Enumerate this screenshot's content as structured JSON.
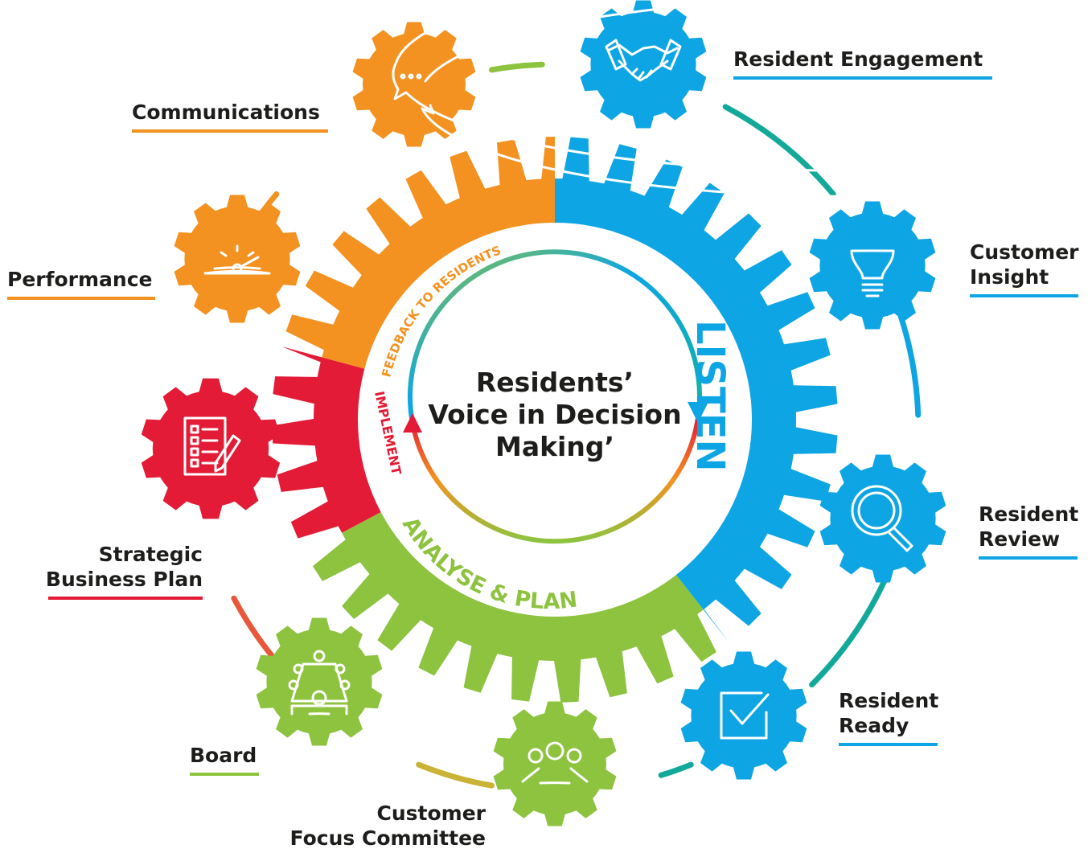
{
  "center": {
    "line1": "Residents’",
    "line2": "Voice in Decision",
    "line3": "Making’"
  },
  "segments": {
    "listen": "LISTEN",
    "analyse": "ANALYSE & PLAN",
    "implement": "IMPLEMENT",
    "feedback": "FEEDBACK TO RESIDENTS"
  },
  "colors": {
    "blue": "#0ea5e4",
    "orange": "#f39220",
    "red": "#e31b36",
    "green": "#8dc33f",
    "dark_text": "#1d1d1b"
  },
  "nodes": [
    {
      "id": "resident-engagement",
      "line1": "Resident Engagement",
      "line2": "",
      "icon": "handshake-icon",
      "color": "blue"
    },
    {
      "id": "customer-insight",
      "line1": "Customer",
      "line2": "Insight",
      "icon": "lightbulb-icon",
      "color": "blue"
    },
    {
      "id": "resident-review",
      "line1": "Resident",
      "line2": "Review",
      "icon": "magnifier-icon",
      "color": "blue"
    },
    {
      "id": "resident-ready",
      "line1": "Resident",
      "line2": "Ready",
      "icon": "checkbox-icon",
      "color": "blue"
    },
    {
      "id": "customer-focus-committee",
      "line1": "Customer",
      "line2": "Focus Committee",
      "icon": "people-group-icon",
      "color": "green"
    },
    {
      "id": "board",
      "line1": "Board",
      "line2": "",
      "icon": "meeting-table-icon",
      "color": "green"
    },
    {
      "id": "strategic-business-plan",
      "line1": "Strategic",
      "line2": "Business Plan",
      "icon": "checklist-icon",
      "color": "red"
    },
    {
      "id": "performance",
      "line1": "Performance",
      "line2": "",
      "icon": "speedometer-icon",
      "color": "orange"
    },
    {
      "id": "communications",
      "line1": "Communications",
      "line2": "",
      "icon": "chat-bubbles-icon",
      "color": "orange"
    }
  ]
}
